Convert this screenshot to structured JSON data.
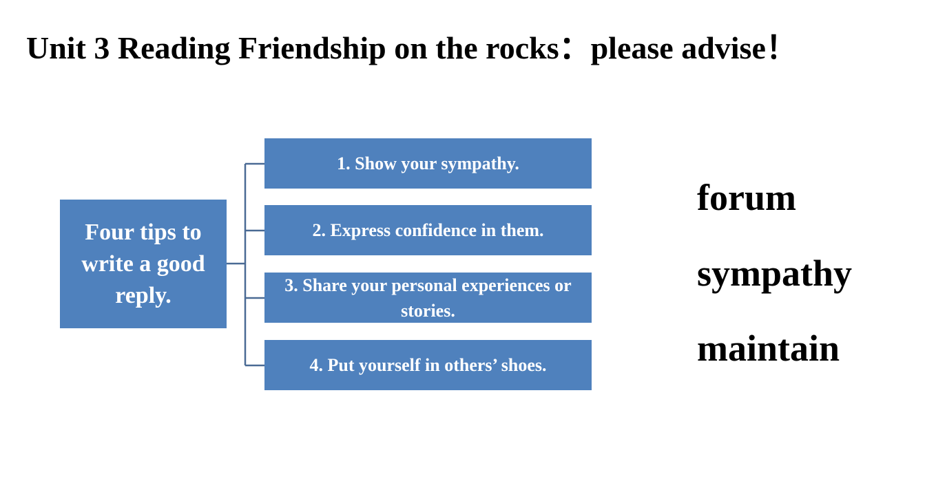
{
  "slide": {
    "title": "Unit 3 Reading Friendship on the rocks：please advise！"
  },
  "diagram": {
    "root": "Four tips to write  a good reply.",
    "tips": [
      "1. Show your sympathy.",
      "2. Express confidence in them.",
      "3. Share your personal experiences or stories.",
      "4. Put yourself in others’ shoes."
    ],
    "colors": {
      "box_fill": "#4f81bd",
      "box_text": "#ffffff",
      "connector": "#4a6a94"
    }
  },
  "vocabulary": [
    "forum",
    "sympathy",
    "maintain"
  ]
}
